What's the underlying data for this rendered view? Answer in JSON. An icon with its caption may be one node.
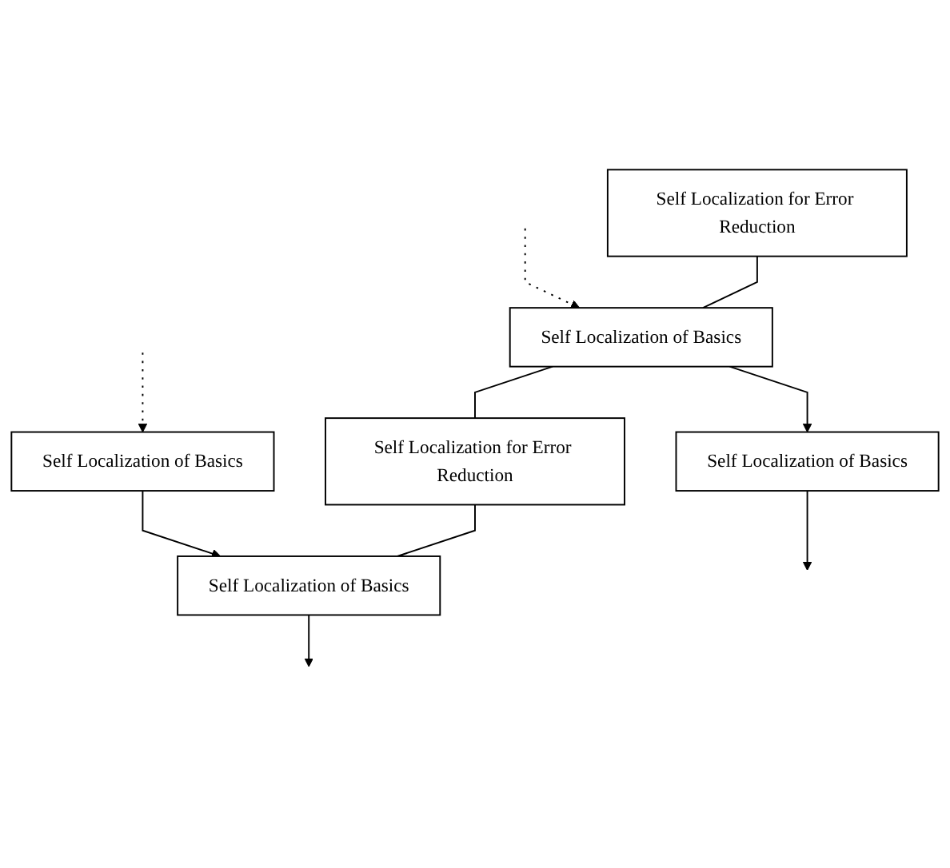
{
  "diagram": {
    "nodes": [
      {
        "text": [
          "Self Localization for Error Reduction"
        ]
      },
      {
        "text": [
          "Self Localization of Basics"
        ]
      },
      {
        "text": [
          "Self Localization of Basics"
        ]
      },
      {
        "text": [
          "Self Localization for Error Reduction"
        ]
      },
      {
        "text": [
          "Self Localization of Basics"
        ]
      },
      {
        "text": [
          "Self Localization of Basics"
        ]
      }
    ],
    "edges": [
      {
        "from": null,
        "to": 1,
        "arrow": "to",
        "style": "dashed"
      },
      {
        "from": 1,
        "to": 2,
        "arrow": "to"
      },
      {
        "from": 2,
        "to": null,
        "arrow": "to"
      },
      {
        "from": null,
        "to": 4,
        "arrow": "to",
        "style": "dashed"
      },
      {
        "from": 4,
        "to": 5,
        "arrow": "to"
      },
      {
        "from": 5,
        "to": null,
        "arrow": "to"
      },
      {
        "from": 0,
        "to": 1,
        "arrow": "none"
      },
      {
        "from": 1,
        "to": 3,
        "arrow": "none"
      },
      {
        "from": 3,
        "to": 5,
        "arrow": "none"
      }
    ]
  }
}
